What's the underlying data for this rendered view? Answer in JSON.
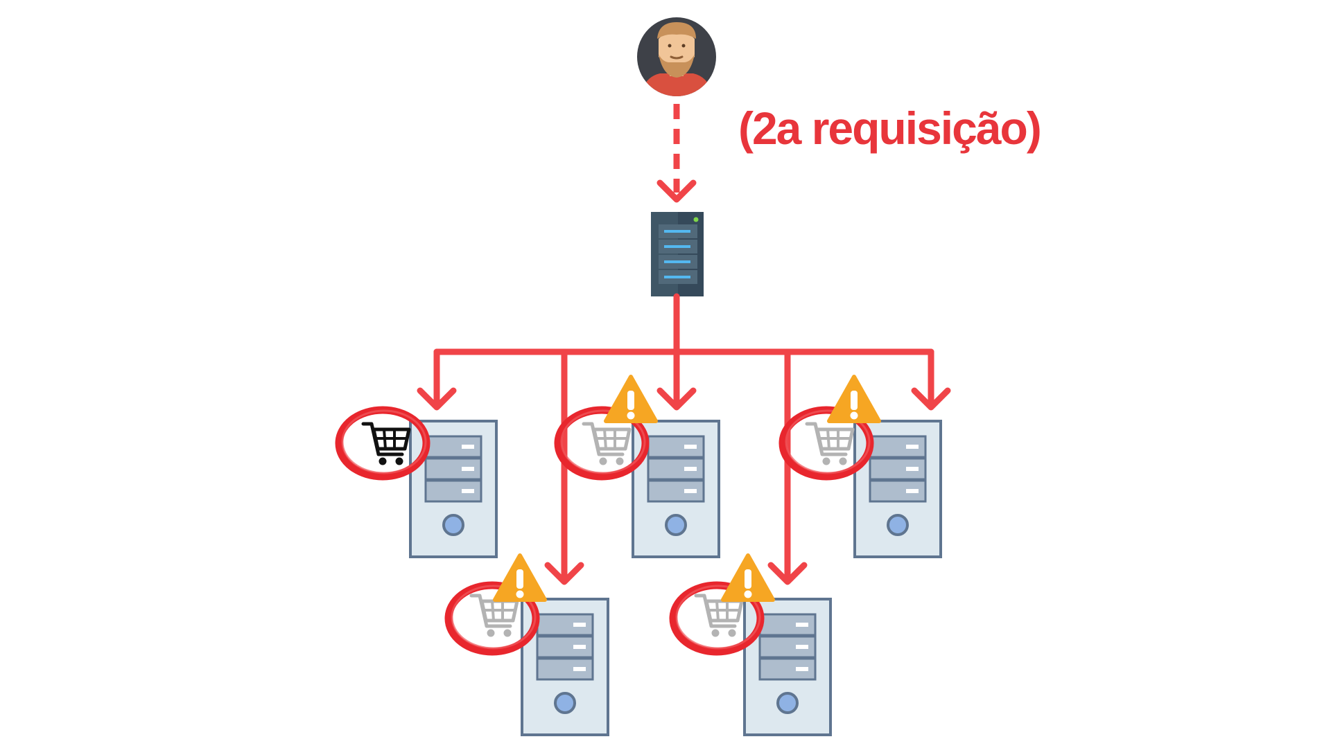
{
  "request_label": "(2a requisição)",
  "colors": {
    "accent_red": "#f04448",
    "server_body": "#dde8ef",
    "server_frame": "#5f7590",
    "warning": "#f6a623"
  },
  "icons": {
    "user": "user-avatar-icon",
    "load_balancer": "rack-server-icon",
    "backend_server": "tower-server-icon",
    "cart": "shopping-cart-icon",
    "warning": "warning-icon"
  },
  "servers": [
    {
      "id": "server-1",
      "cart_state": "full",
      "warning": false
    },
    {
      "id": "server-2",
      "cart_state": "faded",
      "warning": true
    },
    {
      "id": "server-3",
      "cart_state": "faded",
      "warning": true
    },
    {
      "id": "server-4",
      "cart_state": "faded",
      "warning": true
    },
    {
      "id": "server-5",
      "cart_state": "faded",
      "warning": true
    }
  ]
}
